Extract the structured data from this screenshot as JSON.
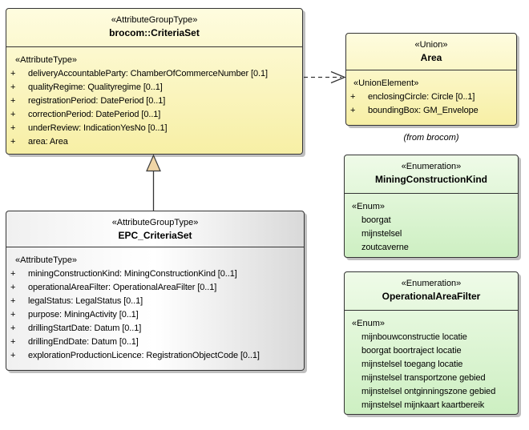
{
  "colors": {
    "yellow_top": "#fefcdf",
    "yellow_bottom": "#f7efa5",
    "green_top": "#effbe8",
    "green_bottom": "#cdefc2",
    "gray_right": "#d9d9d9",
    "shadow": "#bfbfbf",
    "line": "#343434",
    "triangle_fill": "#f0d5a6"
  },
  "boxes": {
    "criteriaset": {
      "stereotype": "«AttributeGroupType»",
      "name": "brocom::CriteriaSet",
      "section": "«AttributeType»",
      "attributes": [
        {
          "vis": "+",
          "text": "deliveryAccountableParty: ChamberOfCommerceNumber [0.1]"
        },
        {
          "vis": "+",
          "text": "qualityRegime: Qualityregime [0..1]"
        },
        {
          "vis": "+",
          "text": "registrationPeriod: DatePeriod [0..1]"
        },
        {
          "vis": "+",
          "text": "correctionPeriod: DatePeriod [0..1]"
        },
        {
          "vis": "+",
          "text": "underReview: IndicationYesNo [0..1]"
        },
        {
          "vis": "+",
          "text": "area: Area"
        }
      ]
    },
    "area": {
      "stereotype": "«Union»",
      "name": "Area",
      "section": "«UnionElement»",
      "attributes": [
        {
          "vis": "+",
          "text": "enclosingCircle: Circle [0..1]"
        },
        {
          "vis": "+",
          "text": "boundingBox: GM_Envelope"
        }
      ],
      "note": "(from brocom)"
    },
    "mck": {
      "stereotype": "«Enumeration»",
      "name": "MiningConstructionKind",
      "section": "«Enum»",
      "values": [
        "boorgat",
        "mijnstelsel",
        "zoutcaverne"
      ]
    },
    "oaf": {
      "stereotype": "«Enumeration»",
      "name": "OperationalAreaFilter",
      "section": "«Enum»",
      "values": [
        "mijnbouwconstructie locatie",
        "boorgat boortraject locatie",
        "mijnstelsel toegang locatie",
        "mijnstelsel transportzone gebied",
        "mijnstelsel ontginningszone gebied",
        "mijnstelsel mijnkaart kaartbereik"
      ]
    },
    "epc": {
      "stereotype": "«AttributeGroupType»",
      "name": "EPC_CriteriaSet",
      "section": "«AttributeType»",
      "attributes": [
        {
          "vis": "+",
          "text": "miningConstructionKind: MiningConstructionKind [0..1]"
        },
        {
          "vis": "+",
          "text": "operationalAreaFilter: OperationalAreaFilter [0..1]"
        },
        {
          "vis": "+",
          "text": "legalStatus: LegalStatus [0..1]"
        },
        {
          "vis": "+",
          "text": "purpose: MiningActivity [0..1]"
        },
        {
          "vis": "+",
          "text": "drillingStartDate: Datum [0..1]"
        },
        {
          "vis": "+",
          "text": "drillingEndDate: Datum [0..1]"
        },
        {
          "vis": "+",
          "text": "explorationProductionLicence: RegistrationObjectCode [0..1]"
        }
      ]
    }
  },
  "relations": {
    "dependency": {
      "kind": "dashed-open-arrow",
      "from": "brocom::CriteriaSet",
      "to": "Area"
    },
    "generalization": {
      "kind": "generalization-triangle",
      "from": "EPC_CriteriaSet",
      "to": "brocom::CriteriaSet"
    }
  }
}
